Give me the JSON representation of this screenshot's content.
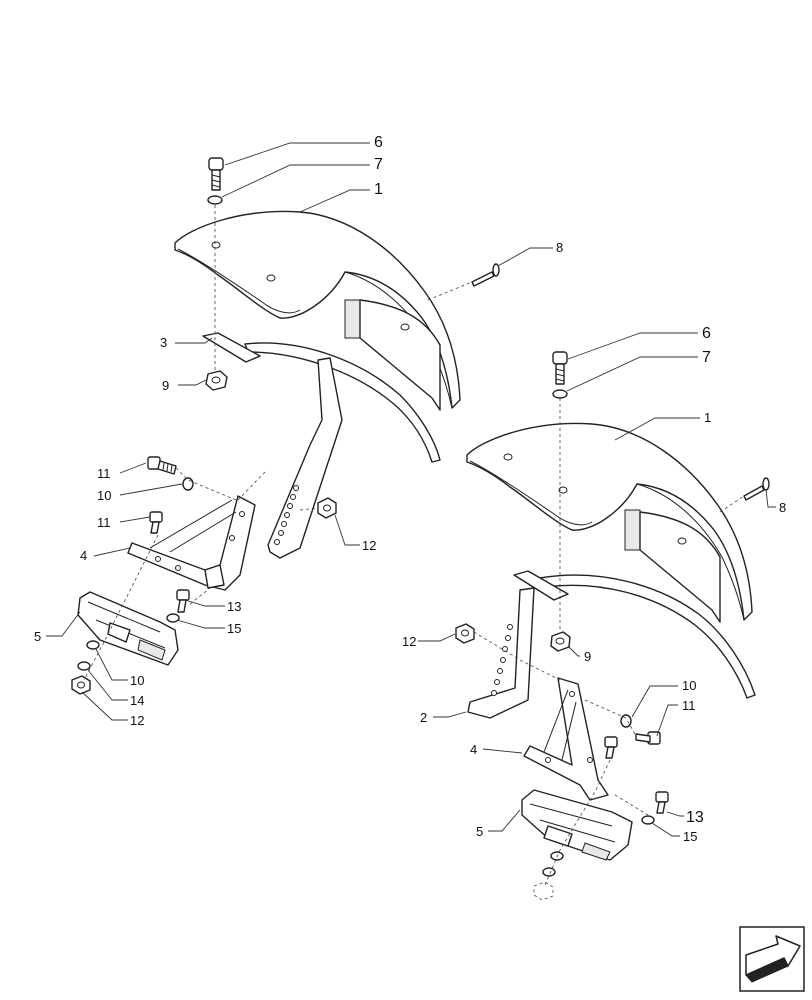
{
  "labels": {
    "L1a": "1",
    "L6a": "6",
    "L7a": "7",
    "L8a": "8",
    "L3": "3",
    "L9a": "9",
    "L11a": "11",
    "L10a": "10",
    "L11b": "11",
    "L4a": "4",
    "L12a": "12",
    "L13a": "13",
    "L15a": "15",
    "L5a": "5",
    "L10b": "10",
    "L14": "14",
    "L12b": "12",
    "L6b": "6",
    "L7b": "7",
    "L1b": "1",
    "L8b": "8",
    "L12c": "12",
    "L9b": "9",
    "L2": "2",
    "L10c": "10",
    "L11c": "11",
    "L4b": "4",
    "L13b": "13",
    "L5b": "5",
    "L15b": "15"
  },
  "nav": {
    "icon": "next-page-arrow-icon"
  }
}
